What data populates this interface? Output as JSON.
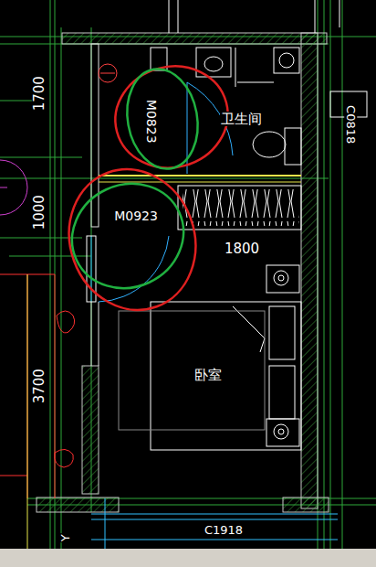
{
  "diagram": {
    "labels": [
      "1700",
      "1000",
      "3700",
      "M0823",
      "卫生间",
      "C0818",
      "M0923",
      "1800",
      "卧室",
      "C1918",
      "Y"
    ]
  }
}
